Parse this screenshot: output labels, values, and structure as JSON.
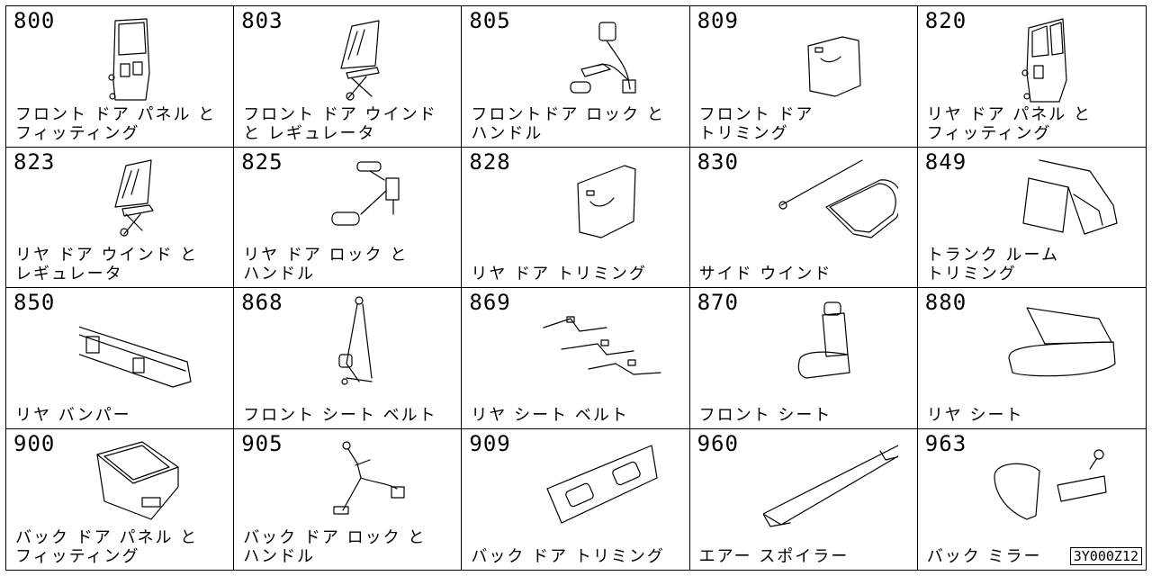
{
  "cells": [
    {
      "num": "800",
      "line1": "フロント ドア パネル と",
      "line2": "フィッティング",
      "icon": "door-panel-icon"
    },
    {
      "num": "803",
      "line1": "フロント ドア ウインド",
      "line2": "と レギュレータ",
      "icon": "window-regulator-icon"
    },
    {
      "num": "805",
      "line1": "フロントドア ロック と",
      "line2": "ハンドル",
      "icon": "door-lock-handle-icon"
    },
    {
      "num": "809",
      "line1": "フロント ドア",
      "line2": "トリミング",
      "icon": "door-trim-icon"
    },
    {
      "num": "820",
      "line1": "リヤ ドア パネル と",
      "line2": "フィッティング",
      "icon": "door-panel-icon"
    },
    {
      "num": "823",
      "line1": "リヤ ドア ウインド と",
      "line2": "レギュレータ",
      "icon": "window-regulator-icon"
    },
    {
      "num": "825",
      "line1": "リヤ ドア ロック と",
      "line2": "ハンドル",
      "icon": "door-lock-handle-icon"
    },
    {
      "num": "828",
      "line1": "",
      "line2": "リヤ ドア トリミング",
      "icon": "door-trim-icon"
    },
    {
      "num": "830",
      "line1": "",
      "line2": "サイド ウインド",
      "icon": "side-window-icon"
    },
    {
      "num": "849",
      "line1": "トランク ルーム",
      "line2": "トリミング",
      "icon": "trunk-trim-icon"
    },
    {
      "num": "850",
      "line1": "",
      "line2": "リヤ バンパー",
      "icon": "rear-bumper-icon"
    },
    {
      "num": "868",
      "line1": "",
      "line2": "フロント シート ベルト",
      "icon": "seat-belt-icon"
    },
    {
      "num": "869",
      "line1": "",
      "line2": "リヤ シート ベルト",
      "icon": "rear-belt-icon"
    },
    {
      "num": "870",
      "line1": "",
      "line2": "フロント シート",
      "icon": "front-seat-icon"
    },
    {
      "num": "880",
      "line1": "",
      "line2": "リヤ シート",
      "icon": "rear-seat-icon"
    },
    {
      "num": "900",
      "line1": "バック ドア パネル と",
      "line2": "フィッティング",
      "icon": "back-door-panel-icon"
    },
    {
      "num": "905",
      "line1": "バック ドア ロック と",
      "line2": "ハンドル",
      "icon": "back-door-lock-icon"
    },
    {
      "num": "909",
      "line1": "",
      "line2": "バック ドア トリミング",
      "icon": "back-door-trim-icon"
    },
    {
      "num": "960",
      "line1": "",
      "line2": "エアー スポイラー",
      "icon": "spoiler-icon"
    },
    {
      "num": "963",
      "line1": "",
      "line2": "バック ミラー",
      "icon": "mirror-icon"
    }
  ],
  "diagram_code": "3Y000Z12"
}
